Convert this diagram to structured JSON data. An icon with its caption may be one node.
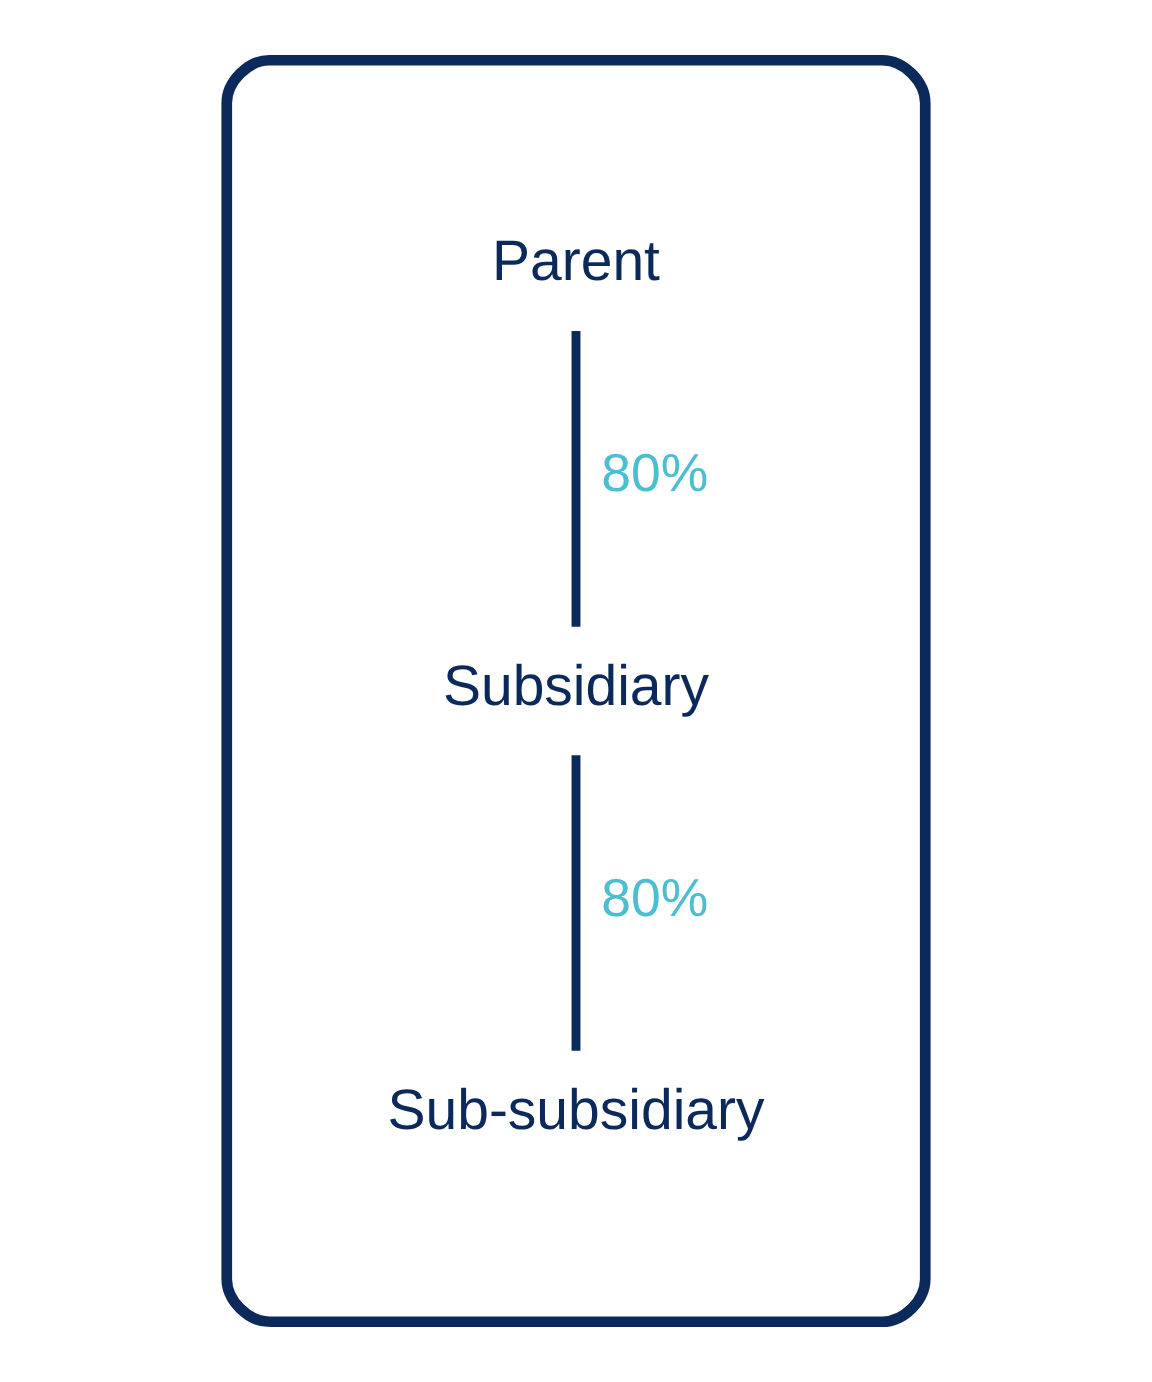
{
  "diagram": {
    "nodes": [
      {
        "text": [],
        "shape": "ellipse"
      },
      {
        "text": [
          "Parent"
        ],
        "in": 0
      },
      {
        "text": [
          "Subsidiary"
        ],
        "in": 0
      },
      {
        "text": [
          "Sub-subsidiary"
        ],
        "in": 0
      }
    ],
    "edges": [
      {
        "from": 1,
        "to": 2,
        "arrow": "none",
        "label": "80%"
      },
      {
        "from": 2,
        "to": 3,
        "arrow": "none",
        "label": "80%"
      }
    ]
  }
}
